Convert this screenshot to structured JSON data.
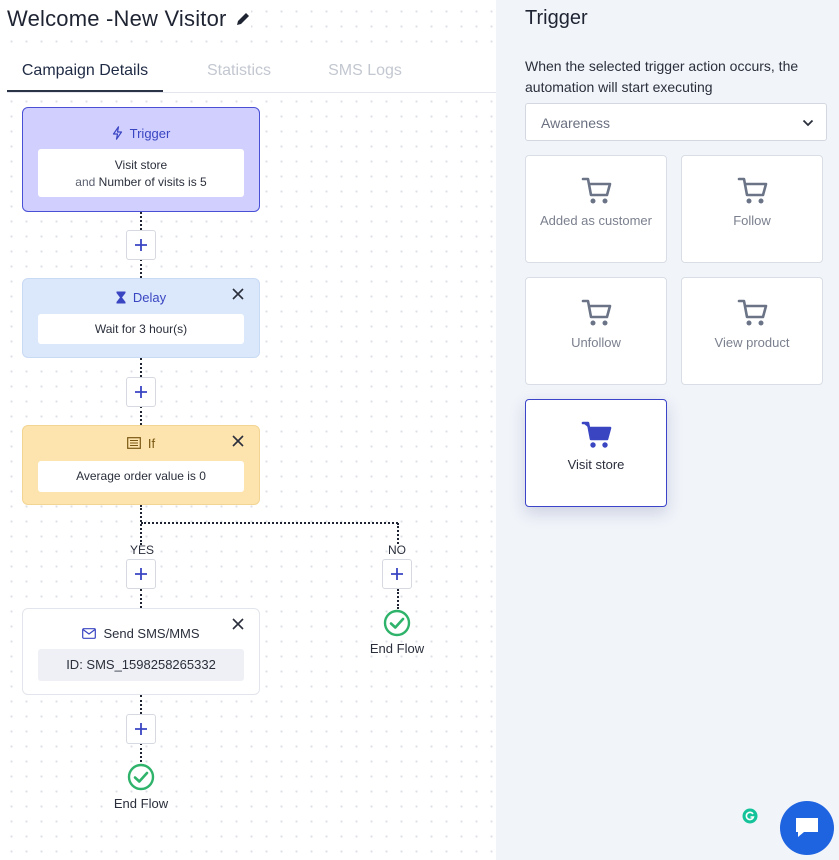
{
  "header": {
    "title": "Welcome -New Visitor"
  },
  "tabs": [
    {
      "label": "Campaign Details",
      "active": true
    },
    {
      "label": "Statistics",
      "active": false
    },
    {
      "label": "SMS Logs",
      "active": false
    }
  ],
  "flow": {
    "trigger": {
      "label": "Trigger",
      "line1": "Visit store",
      "line2_prefix": "and",
      "line2": "Number of visits is 5"
    },
    "delay": {
      "label": "Delay",
      "text": "Wait for 3 hour(s)"
    },
    "condition": {
      "label": "If",
      "text": "Average order value is 0",
      "yes_label": "YES",
      "no_label": "NO"
    },
    "sms": {
      "label": "Send SMS/MMS",
      "text": "ID: SMS_1598258265332"
    },
    "end_flow_label": "End Flow"
  },
  "panel": {
    "title": "Trigger",
    "description": "When the selected trigger action occurs, the automation will start executing",
    "select_value": "Awareness",
    "options": [
      {
        "label": "Added as customer",
        "selected": false
      },
      {
        "label": "Follow",
        "selected": false
      },
      {
        "label": "Unfollow",
        "selected": false
      },
      {
        "label": "View product",
        "selected": false
      },
      {
        "label": "Visit store",
        "selected": true
      }
    ]
  },
  "colors": {
    "accent": "#3a45c2",
    "trigger_bg": "#d0cffe",
    "delay_bg": "#dbe8fb",
    "if_bg": "#fde4ae",
    "success": "#2fb36b",
    "chat": "#1e63e0"
  },
  "icons": {
    "title": "pencil-icon",
    "trigger": "bolt-icon",
    "delay": "hourglass-icon",
    "condition": "list-icon",
    "sms": "envelope-icon",
    "option": "cart-icon",
    "end": "check-circle-icon",
    "chat": "chat-icon"
  }
}
